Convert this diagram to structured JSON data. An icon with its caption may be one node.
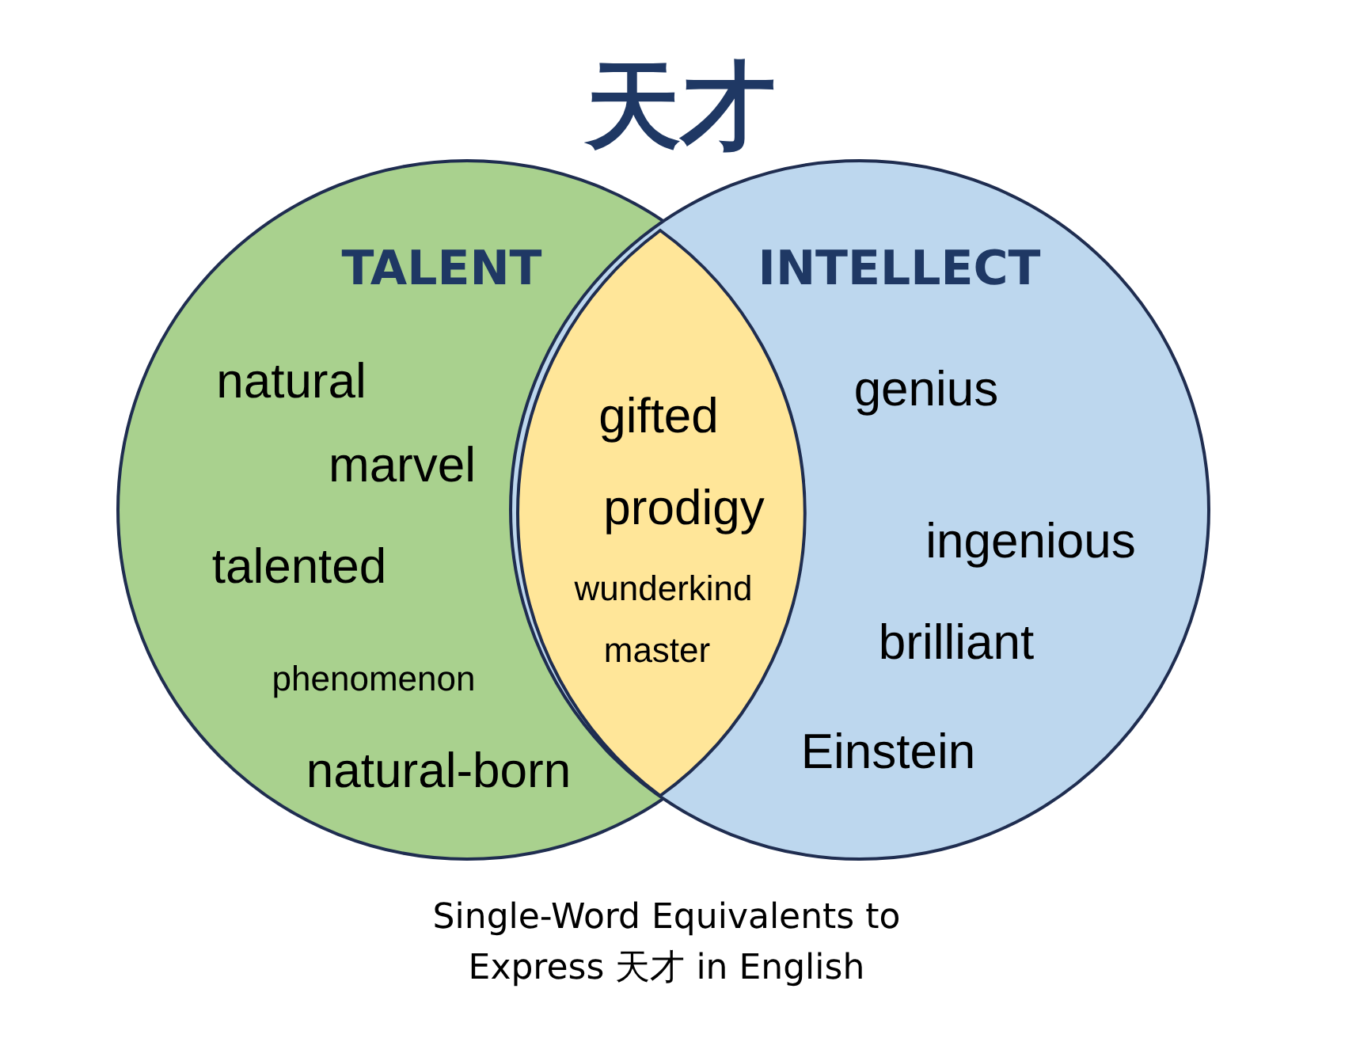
{
  "diagram": {
    "title": "天才",
    "caption": "Single-Word Equivalents to Express 天才 in English",
    "nodes": [
      {
        "text": [
          "TALENT",
          "natural",
          "marvel",
          "talented",
          "phenomenon",
          "natural-born"
        ]
      },
      {
        "text": [
          "INTELLECT",
          "genius",
          "ingenious",
          "brilliant",
          "Einstein"
        ]
      },
      {
        "text": [
          "gifted",
          "prodigy",
          "wunderkind",
          "master"
        ]
      }
    ]
  }
}
